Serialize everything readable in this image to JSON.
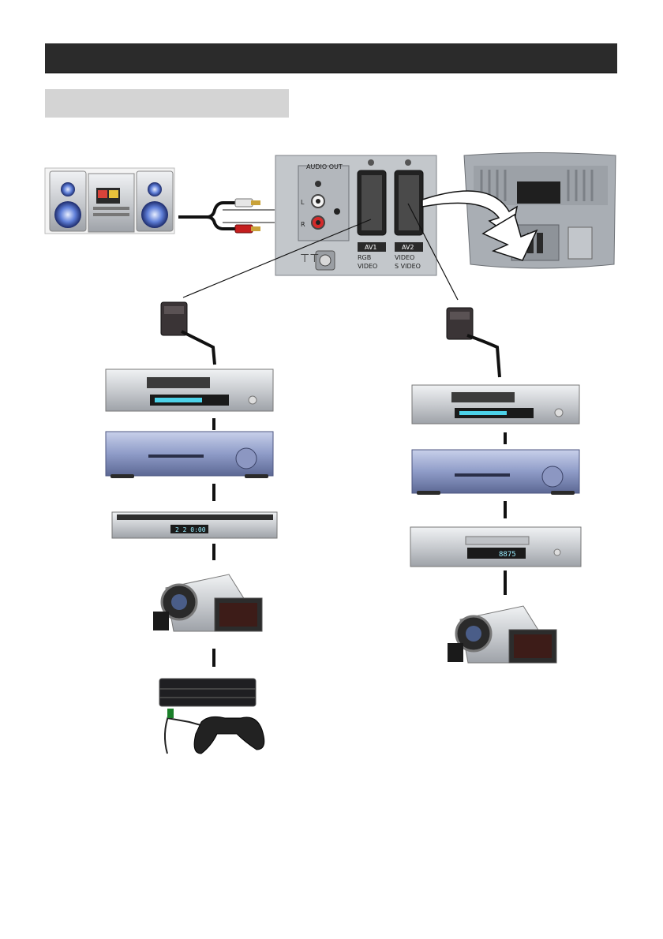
{
  "header": {
    "title": "",
    "subtitle": ""
  },
  "panel": {
    "audio_out": "AUDIO OUT",
    "left_label": "L",
    "right_label": "R",
    "av1": "AV1",
    "av2": "AV2",
    "av1_rgb": "RGB",
    "av1_video": "VIDEO",
    "av2_video": "VIDEO",
    "av2_svideo": "S VIDEO"
  }
}
